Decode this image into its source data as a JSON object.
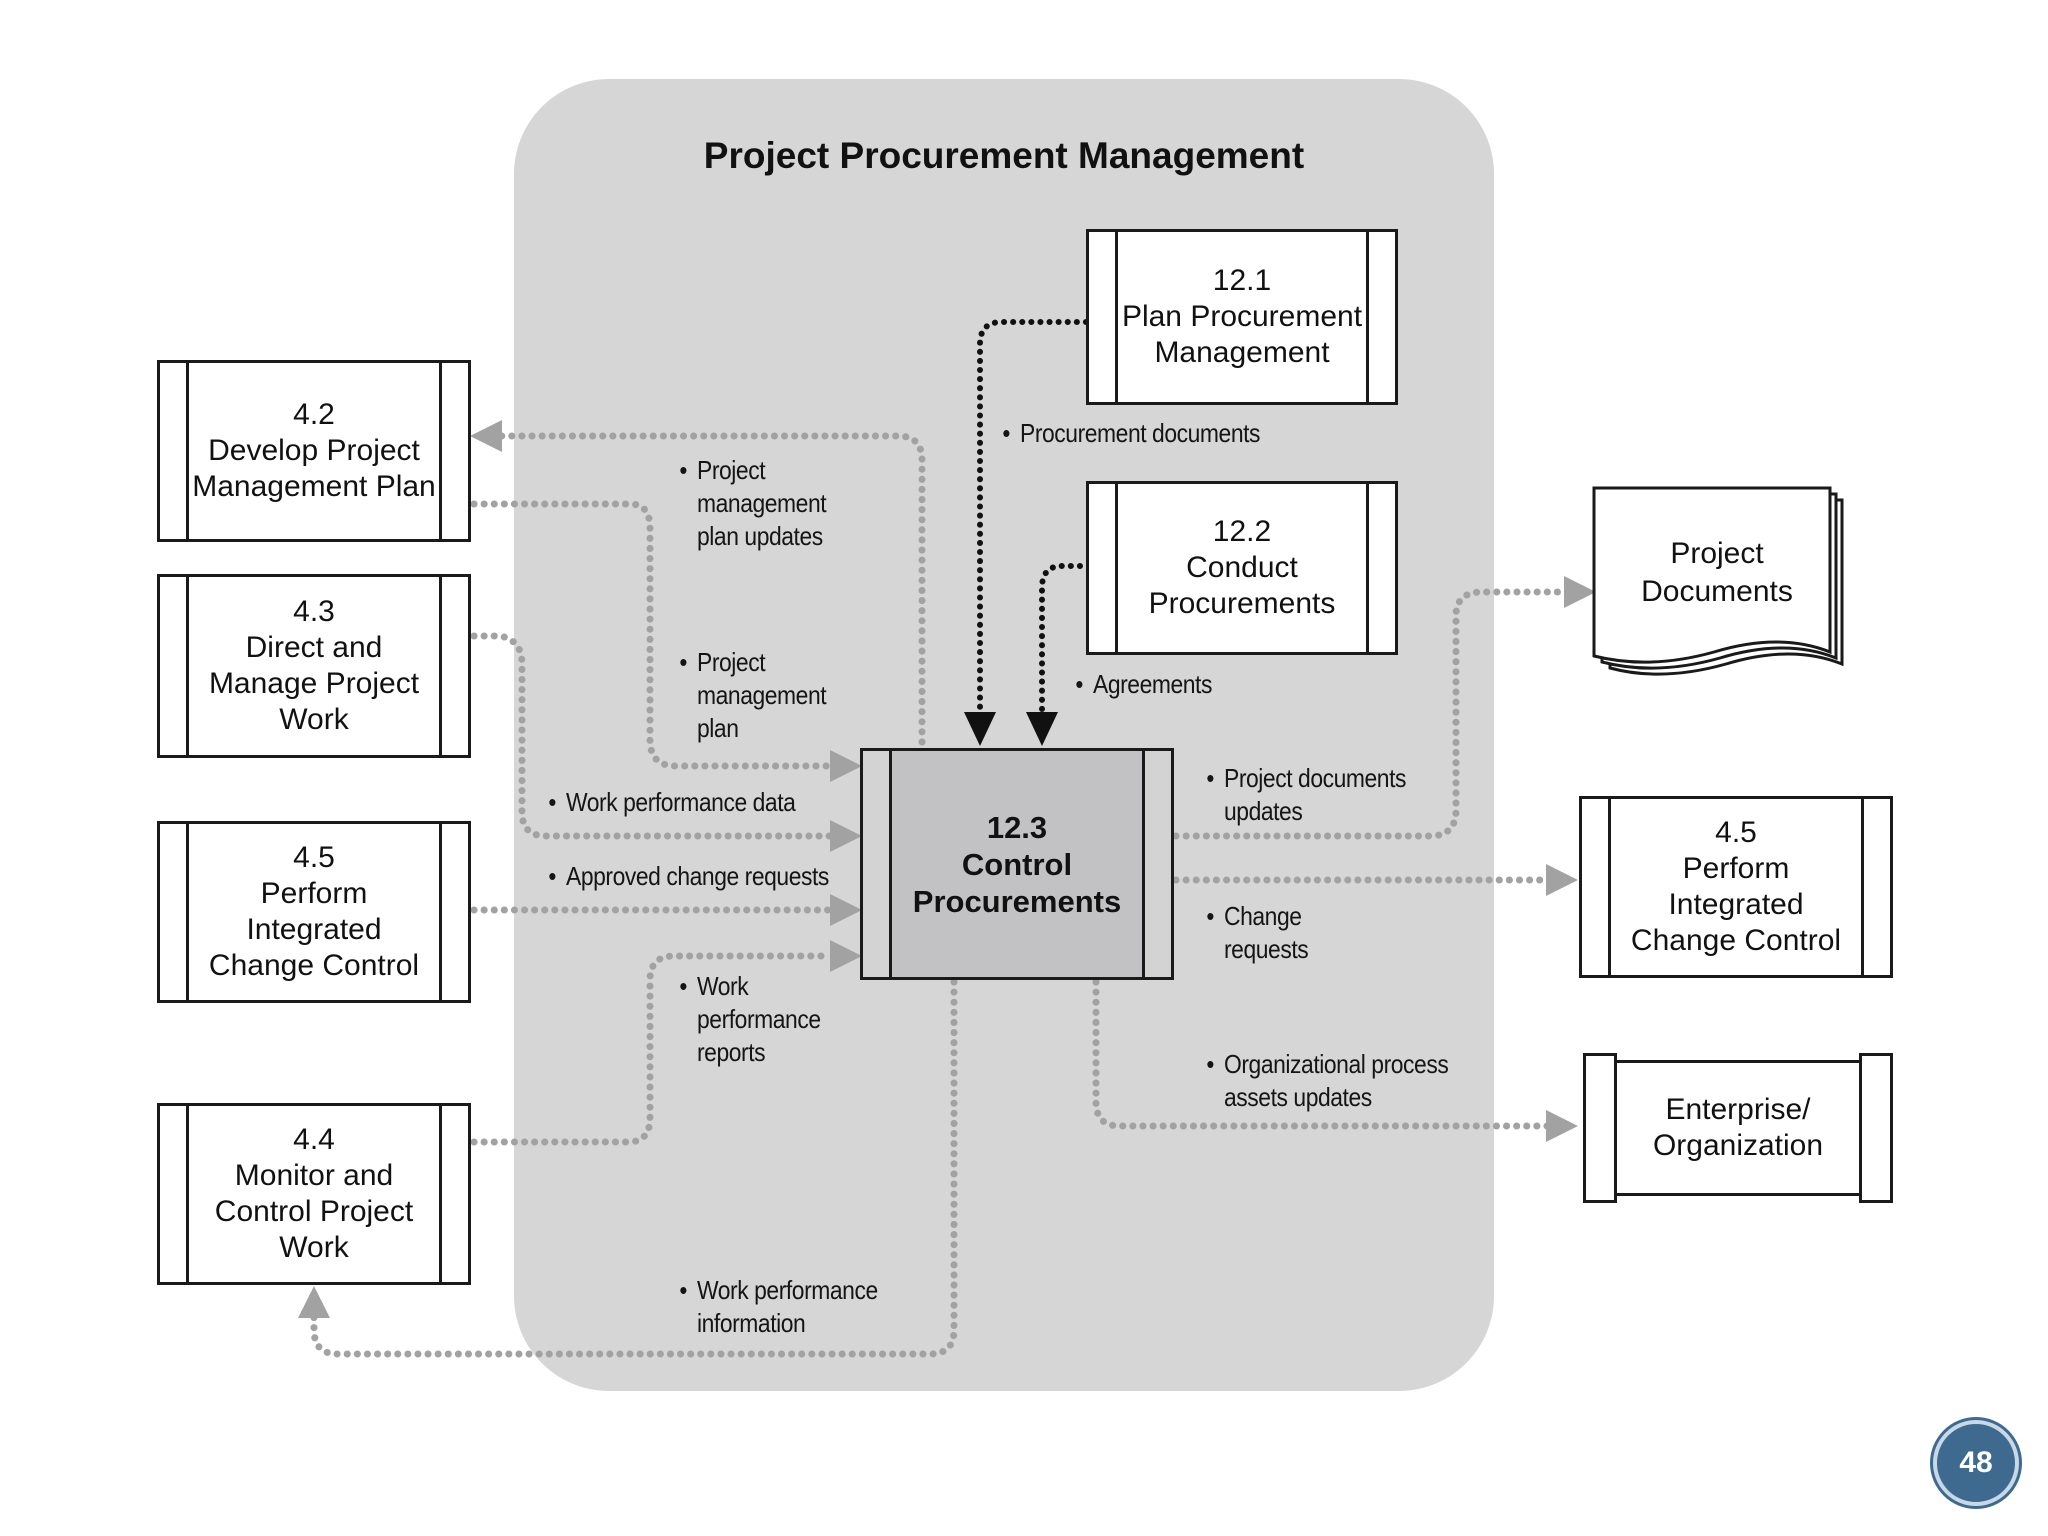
{
  "title": "Project Procurement Management",
  "boxes": {
    "p12_1": {
      "num": "12.1",
      "label": "Plan Procurement Management"
    },
    "p12_2": {
      "num": "12.2",
      "label": "Conduct Procurements"
    },
    "p12_3": {
      "num": "12.3",
      "label": "Control Procurements"
    },
    "p4_2": {
      "num": "4.2",
      "label": "Develop Project Management Plan"
    },
    "p4_3": {
      "num": "4.3",
      "label": "Direct and Manage Project Work"
    },
    "p4_5_left": {
      "num": "4.5",
      "label": "Perform Integrated Change Control"
    },
    "p4_4": {
      "num": "4.4",
      "label": "Monitor and Control Project Work"
    },
    "p4_5_right": {
      "num": "4.5",
      "label": "Perform Integrated Change Control"
    },
    "enterprise": {
      "label": "Enterprise/ Organization"
    },
    "project_documents": {
      "label": "Project Documents"
    }
  },
  "flows": {
    "procurement_documents": "Procurement documents",
    "agreements": "Agreements",
    "pm_plan_updates": "Project management plan updates",
    "pm_plan": "Project management plan",
    "work_performance_data": "Work performance data",
    "approved_change_requests": "Approved change requests",
    "work_performance_reports": "Work performance reports",
    "work_performance_information": "Work performance information",
    "project_documents_updates": "Project documents updates",
    "change_requests": "Change requests",
    "opa_updates": "Organizational process assets updates"
  },
  "page_number": "48",
  "colors": {
    "panel": "#d6d6d7",
    "center_box": "#c2c2c4",
    "flow_dots": "#a0a0a0",
    "page_badge": "#3f6a8f"
  }
}
